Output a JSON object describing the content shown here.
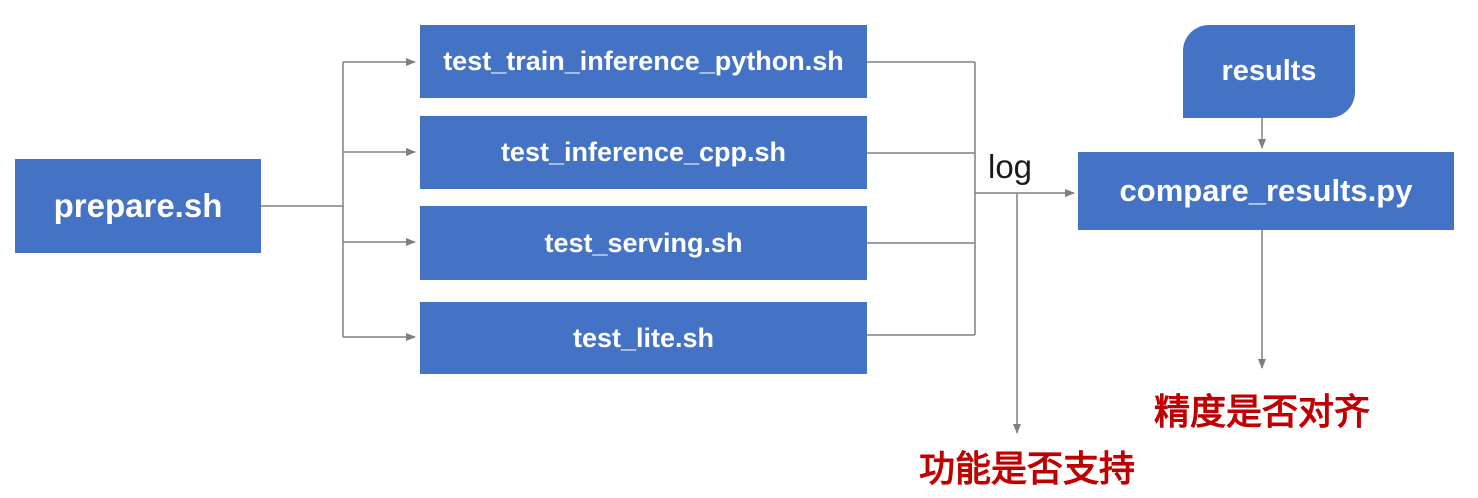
{
  "diagram": {
    "nodes": {
      "prepare": {
        "label": "prepare.sh"
      },
      "tests": [
        {
          "label": "test_train_inference_python.sh"
        },
        {
          "label": "test_inference_cpp.sh"
        },
        {
          "label": "test_serving.sh"
        },
        {
          "label": "test_lite.sh"
        }
      ],
      "compare": {
        "label": "compare_results.py"
      },
      "results": {
        "label": "results"
      }
    },
    "labels": {
      "log": "log",
      "function_support": "功能是否支持",
      "precision_align": "精度是否对齐"
    },
    "colors": {
      "node_fill": "#4472C4",
      "node_text": "#FFFFFF",
      "connector": "#808080",
      "annotation_red": "#C00000",
      "log_text": "#1A1A1A"
    }
  }
}
